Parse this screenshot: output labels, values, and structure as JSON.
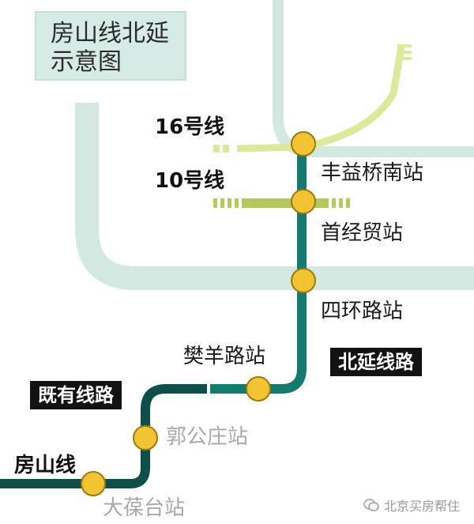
{
  "title": {
    "line1": "房山线北延",
    "line2": "示意图"
  },
  "lines": {
    "line16": "16号线",
    "line10": "10号线",
    "fangshan": "房山线"
  },
  "stations": {
    "fengyiqiaonan": "丰益桥南站",
    "shoujingmao": "首经贸站",
    "sihuanlu": "四环路站",
    "fanyanglu": "樊羊路站",
    "guogongzhuang": "郭公庄站",
    "dabaotai": "大葆台站"
  },
  "tags": {
    "existing": "既有线路",
    "extension": "北延线路"
  },
  "watermark": "北京买房帮住",
  "colors": {
    "ring_road": "#d3e8e1",
    "fangshan_line": "#137a70",
    "line16": "#dde89a",
    "line10": "#b6c85a",
    "station": "#f2c433",
    "station_stroke": "#9b7a0c"
  }
}
